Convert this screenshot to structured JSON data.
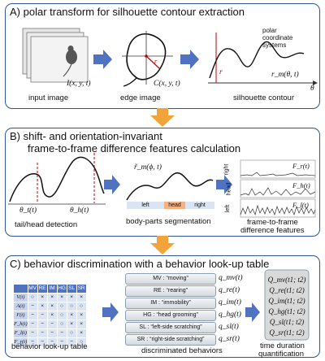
{
  "colors": {
    "panel_border": "#2f5597",
    "arrow_blue": "#4f73c0",
    "arrow_orange": "#f2a33a",
    "head_marker": "#c00000"
  },
  "panelA": {
    "title": "A) polar transform for silhouette contour extraction",
    "input_formula": "I(x, y, t)",
    "edge_formula": "C(x, y, t)",
    "polar_note_line1": "polar",
    "polar_note_line2": "coordinate",
    "polar_note_line3": "systems",
    "r_symbol": "r",
    "rm_formula": "r_m(θ, t)",
    "theta_symbol": "θ",
    "caption_input": "input image",
    "caption_edge": "edge image",
    "caption_contour": "silhouette contour"
  },
  "panelB": {
    "title_line1": "B) shift- and orientation-invariant",
    "title_line2": "frame-to-frame difference features calculation",
    "theta_t": "θ_t(t)",
    "theta_h": "θ_h(t)",
    "rm_phi": "r̃_m(ϕ, t)",
    "seg_left": "left",
    "seg_head": "head",
    "seg_right": "right",
    "caption_tail": "tail/head detection",
    "caption_seg": "body-parts segmentation",
    "caption_feat_line1": "frame-to-frame",
    "caption_feat_line2": "difference features",
    "feat_rows": [
      "right",
      "head",
      "left"
    ],
    "feat_labels": [
      "F_r(t)",
      "F_h(t)",
      "F_l(t)"
    ]
  },
  "panelC": {
    "title": "C) behavior discrimination with a behavior look-up table",
    "lut_headers": [
      "",
      "MV",
      "RE",
      "IM",
      "HG",
      "SL",
      "SR"
    ],
    "lut_rows": [
      [
        "V(t)",
        "○",
        "×",
        "×",
        "×",
        "×",
        "×"
      ],
      [
        "A(t)",
        "−",
        "×",
        "×",
        "○",
        "○",
        "○"
      ],
      [
        "F(t)",
        "−",
        "−",
        "×",
        "○",
        "×",
        "×"
      ],
      [
        "F_h(t)",
        "−",
        "−",
        "−",
        "○",
        "×",
        "×"
      ],
      [
        "F_l(t)",
        "−",
        "−",
        "−",
        "−",
        "○",
        "×"
      ],
      [
        "F_r(t)",
        "−",
        "−",
        "−",
        "−",
        "−",
        "○"
      ]
    ],
    "behaviors": [
      {
        "label": "MV : “moving”",
        "q": "q_mv(t)"
      },
      {
        "label": "RE : “rearing”",
        "q": "q_re(t)"
      },
      {
        "label": "IM : “immobility”",
        "q": "q_im(t)"
      },
      {
        "label": "HG : “head grooming”",
        "q": "q_hg(t)"
      },
      {
        "label": "SL : “left-side scratching”",
        "q": "q_sl(t)"
      },
      {
        "label": "SR : “right-side scratching”",
        "q": "q_sr(t)"
      }
    ],
    "durations": [
      "Q_mv(t1; t2)",
      "Q_re(t1; t2)",
      "Q_im(t1; t2)",
      "Q_hg(t1; t2)",
      "Q_sl(t1; t2)",
      "Q_sr(t1; t2)"
    ],
    "caption_lut": "behavior look-up table",
    "caption_disc": "discriminated behaviors",
    "caption_dur_line1": "time duration",
    "caption_dur_line2": "quantification"
  }
}
